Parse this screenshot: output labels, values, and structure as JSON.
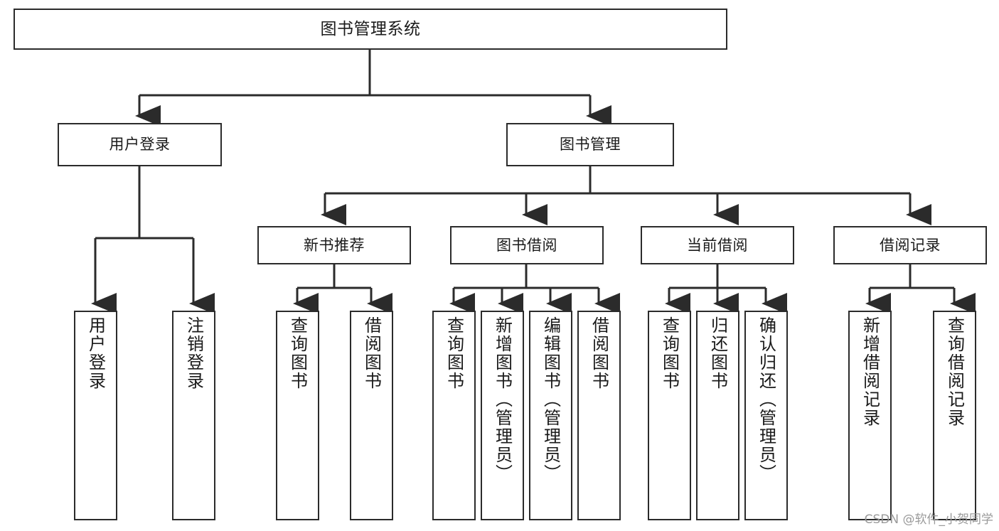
{
  "diagram": {
    "title": "图书管理系统",
    "type": "tree",
    "stroke_color": "#2b2b2b",
    "fill_color": "#ffffff",
    "text_color": "#1a1a1a"
  },
  "nodes": {
    "root": {
      "label": "图书管理系统"
    },
    "level2": [
      {
        "id": "user-login",
        "label": "用户登录"
      },
      {
        "id": "book-manage",
        "label": "图书管理"
      }
    ],
    "level3": [
      {
        "id": "new-book-rec",
        "label": "新书推荐"
      },
      {
        "id": "book-borrow",
        "label": "图书借阅"
      },
      {
        "id": "current-borrow",
        "label": "当前借阅"
      },
      {
        "id": "borrow-record",
        "label": "借阅记录"
      }
    ],
    "leaves": {
      "user_login": [
        {
          "id": "leaf-user-login",
          "label": "用户登录"
        },
        {
          "id": "leaf-logout",
          "label": "注销登录"
        }
      ],
      "new_book_rec": [
        {
          "id": "leaf-query-book-1",
          "label": "查询图书"
        },
        {
          "id": "leaf-borrow-book-1",
          "label": "借阅图书"
        }
      ],
      "book_borrow": [
        {
          "id": "leaf-query-book-2",
          "label": "查询图书"
        },
        {
          "id": "leaf-add-book",
          "label": "新增图书（管理员）"
        },
        {
          "id": "leaf-edit-book",
          "label": "编辑图书（管理员）"
        },
        {
          "id": "leaf-borrow-book-2",
          "label": "借阅图书"
        }
      ],
      "current_borrow": [
        {
          "id": "leaf-query-book-3",
          "label": "查询图书"
        },
        {
          "id": "leaf-return-book",
          "label": "归还图书"
        },
        {
          "id": "leaf-confirm-return",
          "label": "确认归还（管理员）"
        }
      ],
      "borrow_record": [
        {
          "id": "leaf-add-record",
          "label": "新增借阅记录"
        },
        {
          "id": "leaf-query-record",
          "label": "查询借阅记录"
        }
      ]
    }
  },
  "watermark": {
    "text": "CSDN @软件_小贺同学"
  }
}
